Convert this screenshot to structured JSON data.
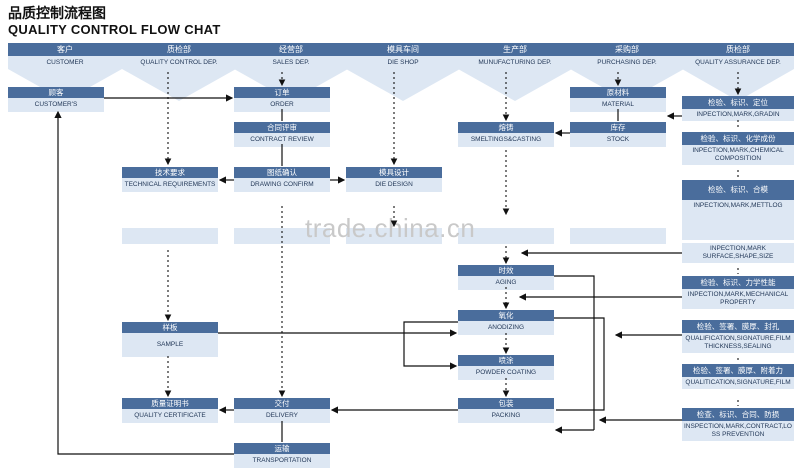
{
  "title": {
    "cn": "品质控制流程图",
    "en": "QUALITY CONTROL FLOW CHAT"
  },
  "columns": [
    {
      "cn": "客户",
      "en": "CUSTOMER"
    },
    {
      "cn": "质检部",
      "en": "QUALITY CONTROL DEP."
    },
    {
      "cn": "经营部",
      "en": "SALES DEP."
    },
    {
      "cn": "模具车间",
      "en": "DIE SHOP"
    },
    {
      "cn": "生产部",
      "en": "MUNUFACTURING DEP."
    },
    {
      "cn": "采购部",
      "en": "PURCHASING DEP."
    },
    {
      "cn": "质检部",
      "en": "QUALITY ASSURANCE DEP."
    }
  ],
  "steps": {
    "customers": {
      "cn": "顾客",
      "en": "CUSTOMER'S"
    },
    "order": {
      "cn": "订单",
      "en": "ORDER"
    },
    "contract_review": {
      "cn": "合同评审",
      "en": "CONTRACT REVIEW"
    },
    "technical": {
      "cn": "技术要求",
      "en": "TECHNICAL REQUIREMENTS"
    },
    "drawing": {
      "cn": "图纸确认",
      "en": "DRAWING CONFIRM"
    },
    "die_design": {
      "cn": "模具设计",
      "en": "DIE DESIGN"
    },
    "smelting": {
      "cn": "熔铸",
      "en": "SMELTINGS&CASTING"
    },
    "material": {
      "cn": "原材料",
      "en": "MATERIAL"
    },
    "stock": {
      "cn": "库存",
      "en": "STOCK"
    },
    "aging": {
      "cn": "时效",
      "en": "AGING"
    },
    "anodizing": {
      "cn": "氧化",
      "en": "ANODIZING"
    },
    "powder": {
      "cn": "喷涂",
      "en": "POWDER COATING"
    },
    "packing": {
      "cn": "包装",
      "en": "PACKING"
    },
    "sample": {
      "cn": "样板",
      "en": "SAMPLE"
    },
    "certificate": {
      "cn": "质量证明书",
      "en": "QUALITY CERTIFICATE"
    },
    "delivery": {
      "cn": "交付",
      "en": "DELIVERY"
    },
    "transportation": {
      "cn": "运输",
      "en": "TRANSPORTATION"
    }
  },
  "checks": [
    {
      "cn": "检验、标识、定位",
      "en": "INPECTION,MARK,GRADIN"
    },
    {
      "cn": "检验、标识、化学成份",
      "en": "INPECTION,MARK,CHEMICAL COMPOSITION"
    },
    {
      "cn": "检验、标识、合模",
      "en": "INPECTION,MARK,METTLOG"
    },
    {
      "cn": "",
      "en": "INPECTION,MARK SURFACE,SHAPE,SIZE"
    },
    {
      "cn": "检验、标识、力学性能",
      "en": "INPECTION,MARK,MECHANICAL PROPERTY"
    },
    {
      "cn": "检验、签署、膜厚、封孔",
      "en": "QUALIFICATION,SIGNATURE,FILM THICKNESS,SEALING"
    },
    {
      "cn": "检验、签署、膜厚、附着力",
      "en": "QUALITICATION,SIGNATURE,FILM"
    },
    {
      "cn": "检查、标识、合同、防损",
      "en": "INSPECTION,MARK,CONTRACT,LOSS PREVENTION"
    }
  ],
  "watermark": "trade.china.cn"
}
